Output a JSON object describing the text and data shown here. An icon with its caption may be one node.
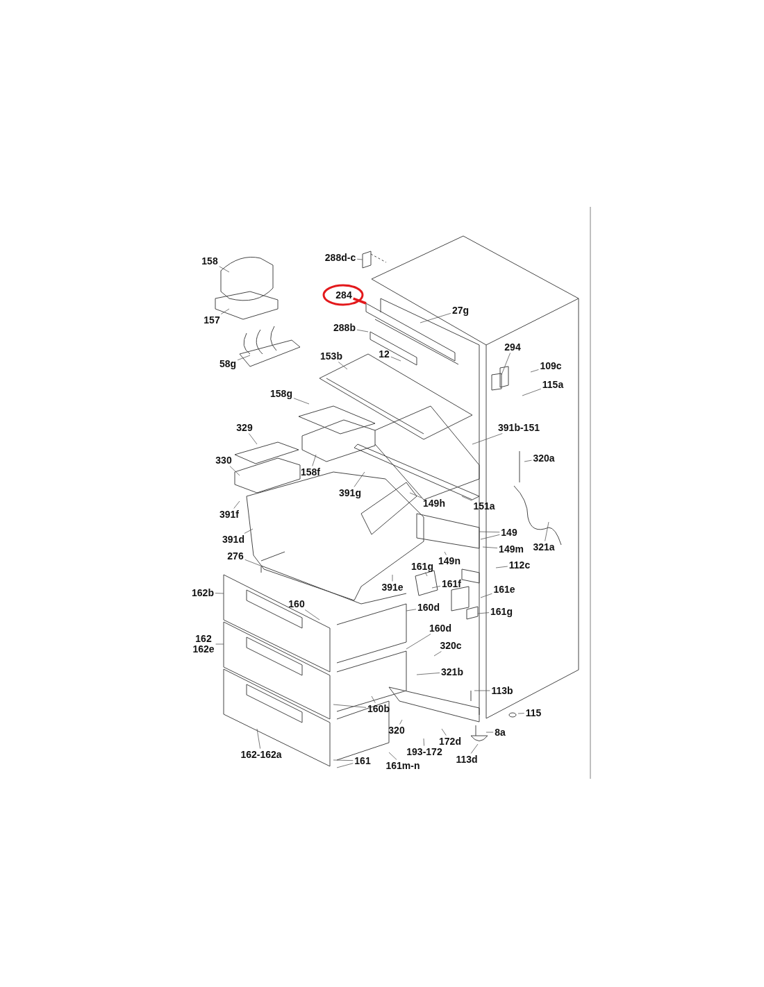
{
  "diagram": {
    "nodes": [
      {
        "text": [
          "158"
        ]
      },
      {
        "text": [
          "288d-c"
        ]
      },
      {
        "text": [
          "284"
        ]
      },
      {
        "text": [
          "27g"
        ]
      },
      {
        "text": [
          "157"
        ]
      },
      {
        "text": [
          "288b"
        ]
      },
      {
        "text": [
          "294"
        ]
      },
      {
        "text": [
          "153b"
        ]
      },
      {
        "text": [
          "12"
        ]
      },
      {
        "text": [
          "58g"
        ]
      },
      {
        "text": [
          "109c"
        ]
      },
      {
        "text": [
          "115a"
        ]
      },
      {
        "text": [
          "158g"
        ]
      },
      {
        "text": [
          "329"
        ]
      },
      {
        "text": [
          "391b-151"
        ]
      },
      {
        "text": [
          "320a"
        ]
      },
      {
        "text": [
          "330"
        ]
      },
      {
        "text": [
          "158f"
        ]
      },
      {
        "text": [
          "391g"
        ]
      },
      {
        "text": [
          "149h"
        ]
      },
      {
        "text": [
          "151a"
        ]
      },
      {
        "text": [
          "391f"
        ]
      },
      {
        "text": [
          "149"
        ]
      },
      {
        "text": [
          "391d"
        ]
      },
      {
        "text": [
          "149m"
        ]
      },
      {
        "text": [
          "321a"
        ]
      },
      {
        "text": [
          "276"
        ]
      },
      {
        "text": [
          "149n"
        ]
      },
      {
        "text": [
          "112c"
        ]
      },
      {
        "text": [
          "161g"
        ]
      },
      {
        "text": [
          "161f"
        ]
      },
      {
        "text": [
          "391e"
        ]
      },
      {
        "text": [
          "162b"
        ]
      },
      {
        "text": [
          "161e"
        ]
      },
      {
        "text": [
          "160"
        ]
      },
      {
        "text": [
          "160d"
        ]
      },
      {
        "text": [
          "161g"
        ]
      },
      {
        "text": [
          "160d"
        ]
      },
      {
        "text": [
          "162",
          "162e"
        ]
      },
      {
        "text": [
          "320c"
        ]
      },
      {
        "text": [
          "321b"
        ]
      },
      {
        "text": [
          "113b"
        ]
      },
      {
        "text": [
          "160b"
        ]
      },
      {
        "text": [
          "115"
        ]
      },
      {
        "text": [
          "8a"
        ]
      },
      {
        "text": [
          "320"
        ]
      },
      {
        "text": [
          "172d"
        ]
      },
      {
        "text": [
          "193-172"
        ]
      },
      {
        "text": [
          "162-162a"
        ]
      },
      {
        "text": [
          "113d"
        ]
      },
      {
        "text": [
          "161"
        ]
      },
      {
        "text": [
          "161m-n"
        ]
      }
    ],
    "edges": [
      {
        "from": 0,
        "to": null,
        "arrow": "none"
      },
      {
        "from": 1,
        "to": null,
        "arrow": "none"
      },
      {
        "from": 2,
        "to": null,
        "arrow": "none",
        "color": "#e3191c",
        "style": "thick"
      },
      {
        "from": 3,
        "to": null,
        "arrow": "none"
      },
      {
        "from": 4,
        "to": null,
        "arrow": "none"
      },
      {
        "from": 5,
        "to": null,
        "arrow": "none"
      },
      {
        "from": 6,
        "to": null,
        "arrow": "none"
      },
      {
        "from": 7,
        "to": null,
        "arrow": "none"
      },
      {
        "from": 8,
        "to": null,
        "arrow": "none"
      },
      {
        "from": 9,
        "to": null,
        "arrow": "none"
      },
      {
        "from": 10,
        "to": null,
        "arrow": "none"
      },
      {
        "from": 11,
        "to": null,
        "arrow": "none"
      },
      {
        "from": 12,
        "to": null,
        "arrow": "none"
      },
      {
        "from": 13,
        "to": null,
        "arrow": "none"
      },
      {
        "from": 14,
        "to": null,
        "arrow": "none"
      },
      {
        "from": 15,
        "to": null,
        "arrow": "none"
      },
      {
        "from": 16,
        "to": null,
        "arrow": "none"
      },
      {
        "from": 17,
        "to": null,
        "arrow": "none"
      },
      {
        "from": 18,
        "to": null,
        "arrow": "none"
      },
      {
        "from": 19,
        "to": null,
        "arrow": "none"
      },
      {
        "from": 20,
        "to": null,
        "arrow": "none"
      },
      {
        "from": 21,
        "to": null,
        "arrow": "none"
      },
      {
        "from": 22,
        "to": null,
        "arrow": "none"
      },
      {
        "from": 22,
        "to": null,
        "arrow": "none"
      },
      {
        "from": 23,
        "to": null,
        "arrow": "none"
      },
      {
        "from": 24,
        "to": null,
        "arrow": "none"
      },
      {
        "from": 25,
        "to": null,
        "arrow": "none"
      },
      {
        "from": 26,
        "to": null,
        "arrow": "none"
      },
      {
        "from": 27,
        "to": null,
        "arrow": "none"
      },
      {
        "from": 28,
        "to": null,
        "arrow": "none"
      },
      {
        "from": 29,
        "to": null,
        "arrow": "none"
      },
      {
        "from": 30,
        "to": null,
        "arrow": "none"
      },
      {
        "from": 31,
        "to": null,
        "arrow": "none"
      },
      {
        "from": 32,
        "to": null,
        "arrow": "none"
      },
      {
        "from": 33,
        "to": null,
        "arrow": "none"
      },
      {
        "from": 34,
        "to": null,
        "arrow": "none"
      },
      {
        "from": 35,
        "to": null,
        "arrow": "none"
      },
      {
        "from": 36,
        "to": null,
        "arrow": "none"
      },
      {
        "from": 37,
        "to": null,
        "arrow": "none"
      },
      {
        "from": 38,
        "to": null,
        "arrow": "none"
      },
      {
        "from": 39,
        "to": null,
        "arrow": "none"
      },
      {
        "from": 40,
        "to": null,
        "arrow": "none"
      },
      {
        "from": 41,
        "to": null,
        "arrow": "none"
      },
      {
        "from": 42,
        "to": null,
        "arrow": "none"
      },
      {
        "from": 42,
        "to": null,
        "arrow": "none"
      },
      {
        "from": 43,
        "to": null,
        "arrow": "none"
      },
      {
        "from": 44,
        "to": null,
        "arrow": "none"
      },
      {
        "from": 45,
        "to": null,
        "arrow": "none"
      },
      {
        "from": 46,
        "to": null,
        "arrow": "none"
      },
      {
        "from": 47,
        "to": null,
        "arrow": "none"
      },
      {
        "from": 48,
        "to": null,
        "arrow": "none"
      },
      {
        "from": 49,
        "to": null,
        "arrow": "none"
      },
      {
        "from": 50,
        "to": null,
        "arrow": "none"
      },
      {
        "from": 50,
        "to": null,
        "arrow": "none"
      },
      {
        "from": 51,
        "to": null,
        "arrow": "none"
      }
    ]
  }
}
